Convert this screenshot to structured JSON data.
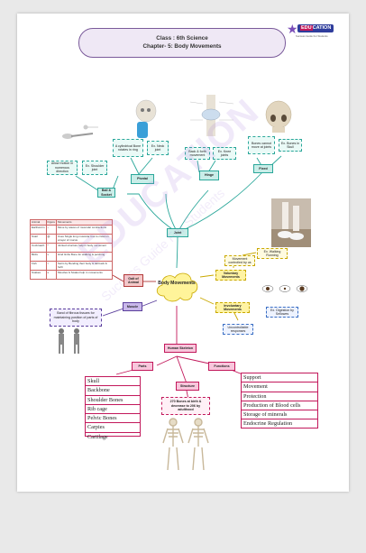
{
  "header": {
    "class_line": "Class : 6th Science",
    "chapter_line": "Chapter- 5: Body Movements"
  },
  "logo": {
    "brand": "EDUCATION",
    "brand_marker": "EDU",
    "tagline": "Success Guide For Students"
  },
  "watermark": {
    "main": "EDUCATION",
    "sub": "Success Guide For Students"
  },
  "center": {
    "label": "Body Movements"
  },
  "joints": {
    "root": "Joint",
    "types": [
      "Ball & Socket",
      "Pivotal",
      "Hinge",
      "Fixed"
    ],
    "ball_socket_desc": "Allow motion in numerous direction",
    "ball_socket_eg": "Ex. Shoulder joint",
    "pivotal_desc": "A cylindrical Bone rotates in ring",
    "pivotal_eg": "Ex. Neck joint",
    "hinge_desc": "Back & forth movement",
    "hinge_eg": "Ex. Knee joints",
    "fixed_desc": "Bones cannot move at joints",
    "fixed_eg": "Ex. Bones in Skull"
  },
  "gait": {
    "label": "Gait of Animal",
    "headers": [
      "Animal",
      "Figure",
      "Movements"
    ],
    "rows": [
      {
        "animal": "Earthworm",
        "movement": "Move by waves of muscular contractions"
      },
      {
        "animal": "Snail",
        "movement": "Uses Single long muscular foot to crawl on a layer of mucus"
      },
      {
        "animal": "Cockroach",
        "movement": "Jointed structure help in body movement"
      },
      {
        "animal": "Birds",
        "movement": "Hind limbs Bone for walking & perching"
      },
      {
        "animal": "Fish",
        "movement": "Swim by Bending their body & tail back & forth"
      },
      {
        "animal": "Snakes",
        "movement": "Muscles & Scales help in movements"
      }
    ]
  },
  "muscle": {
    "label": "Muscle",
    "desc": "Band of fibrous tissues for maintaining position of parts of body"
  },
  "voluntary": {
    "label": "Voluntary Movements",
    "desc": "Movement controlled by us",
    "eg": "Ex. Walking Running"
  },
  "involuntary": {
    "label": "Involuntary Movements",
    "eg": "Ex. Digestion by Sellowes",
    "desc": "Uncontrollable responses"
  },
  "skeleton": {
    "label": "Human Skeleton",
    "parts_label": "Parts",
    "structure_label": "Structure",
    "functions_label": "Functions",
    "parts": [
      "Skull",
      "Backbone",
      "Shoulder Bones",
      "Rib cage",
      "Pelvic Bones",
      "Carpies",
      "Cartilage"
    ],
    "structure_desc": "270 Bones at birth & decrease to 206 by adulthood",
    "functions": [
      "Support",
      "Movement",
      "Protection",
      "Production of Blood cells",
      "Storage of minerals",
      "Endocrine Regulation"
    ]
  },
  "colors": {
    "teal": "#2aa79a",
    "pink": "#c2185b",
    "blue": "#3b6fc4",
    "purple": "#5b3f9c",
    "yellow": "#c9a800",
    "center_fill": "#fff49a"
  }
}
